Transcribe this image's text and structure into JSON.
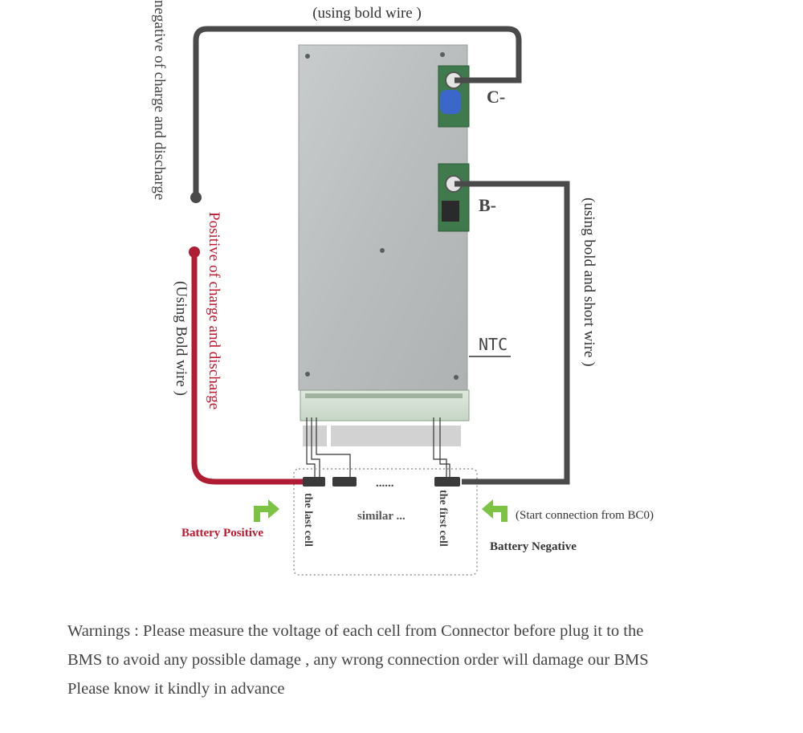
{
  "labels": {
    "top_wire": "(using bold wire )",
    "negative_vertical": "negative of charge and discharge",
    "positive_vertical": "Positive of charge and discharge",
    "using_bold_vertical": "(Using Bold wire )",
    "right_wire_vertical": "(using bold and short wire )",
    "c_minus": "C-",
    "b_minus": "B-",
    "ntc": "NTC",
    "battery_positive": "Battery Positive",
    "battery_negative": "Battery Negative",
    "last_cell": "the last cell",
    "first_cell": "the first cell",
    "similar": "similar ...",
    "dots": "......",
    "start_connection": "(Start connection from BC0)"
  },
  "colors": {
    "positive_wire": "#b01c33",
    "negative_wire": "#4a4a4a",
    "positive_text": "#c0182c",
    "arrow": "#7cc243"
  },
  "warnings": {
    "line1": "Warnings : Please measure the voltage of each cell from Connector before plug it to the",
    "line2": "BMS to avoid any possible damage , any wrong connection order will damage our BMS",
    "line3": "Please know it kindly in advance"
  }
}
